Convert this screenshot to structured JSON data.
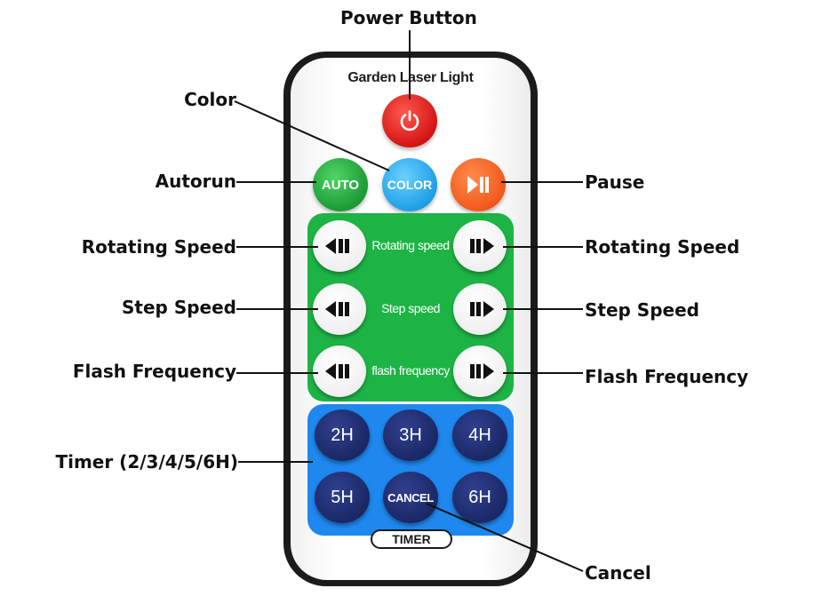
{
  "remote": {
    "brand": "Garden Laser Light",
    "buttons": {
      "power": {
        "icon": "power-icon",
        "color": "#d41414"
      },
      "auto": {
        "label": "AUTO",
        "color": "#1d9a35"
      },
      "color": {
        "label": "COLOR",
        "color": "#1f9fe6"
      },
      "pause": {
        "icon": "play-pause-icon",
        "color": "#f25a1c"
      }
    },
    "green_panel": {
      "color": "#1db445",
      "rows": [
        {
          "label": "Rotating speed"
        },
        {
          "label": "Step speed"
        },
        {
          "label": "flash frequency"
        }
      ]
    },
    "blue_panel": {
      "color": "#1e88ee",
      "timers": [
        "2H",
        "3H",
        "4H",
        "5H",
        "CANCEL",
        "6H"
      ],
      "timer_label": "TIMER"
    }
  },
  "callouts": {
    "power": "Power Button",
    "color": "Color",
    "autorun": "Autorun",
    "pause": "Pause",
    "rotating_left": "Rotating Speed",
    "rotating_right": "Rotating Speed",
    "step_left": "Step Speed",
    "step_right": "Step Speed",
    "flash_left": "Flash Frequency",
    "flash_right": "Flash Frequency",
    "timer": "Timer (2/3/4/5/6H)",
    "cancel": "Cancel"
  }
}
